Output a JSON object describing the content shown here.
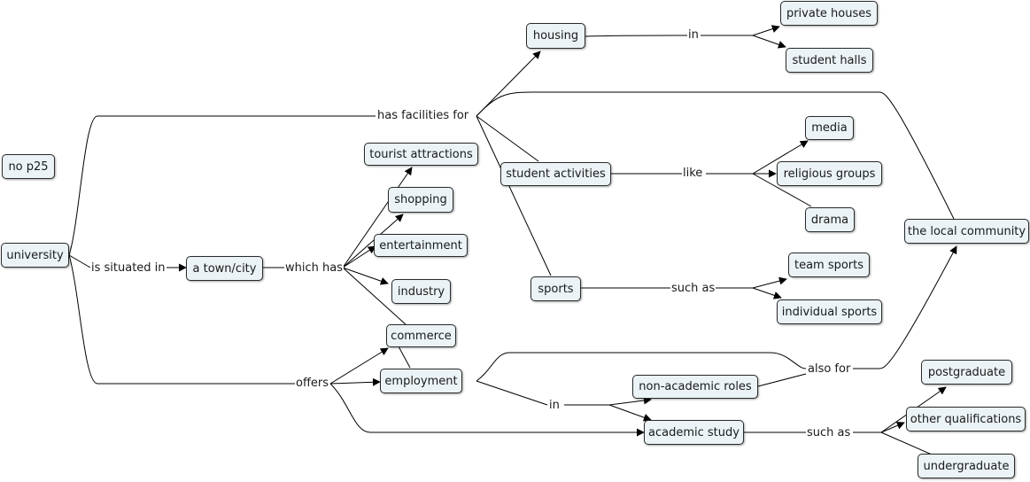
{
  "concepts": {
    "no_p25": "no p25",
    "university": "university",
    "town_city": "a town/city",
    "tourist_attractions": "tourist attractions",
    "shopping": "shopping",
    "entertainment": "entertainment",
    "industry": "industry",
    "commerce": "commerce",
    "employment": "employment",
    "housing": "housing",
    "private_houses": "private houses",
    "student_halls": "student halls",
    "student_activities": "student activities",
    "media": "media",
    "religious_groups": "religious groups",
    "drama": "drama",
    "sports": "sports",
    "team_sports": "team sports",
    "individual_sports": "individual sports",
    "local_community": "the local community",
    "non_academic_roles": "non-academic roles",
    "academic_study": "academic study",
    "postgraduate": "postgraduate",
    "other_qualifications": "other qualifications",
    "undergraduate": "undergraduate"
  },
  "linking_phrases": {
    "has_facilities_for": "has facilities for",
    "is_situated_in": "is situated in",
    "which_has": "which has",
    "offers": "offers",
    "in_housing": "in",
    "like": "like",
    "such_as_sports": "such as",
    "also_for": "also for",
    "in_employment": "in",
    "such_as_study": "such as"
  }
}
